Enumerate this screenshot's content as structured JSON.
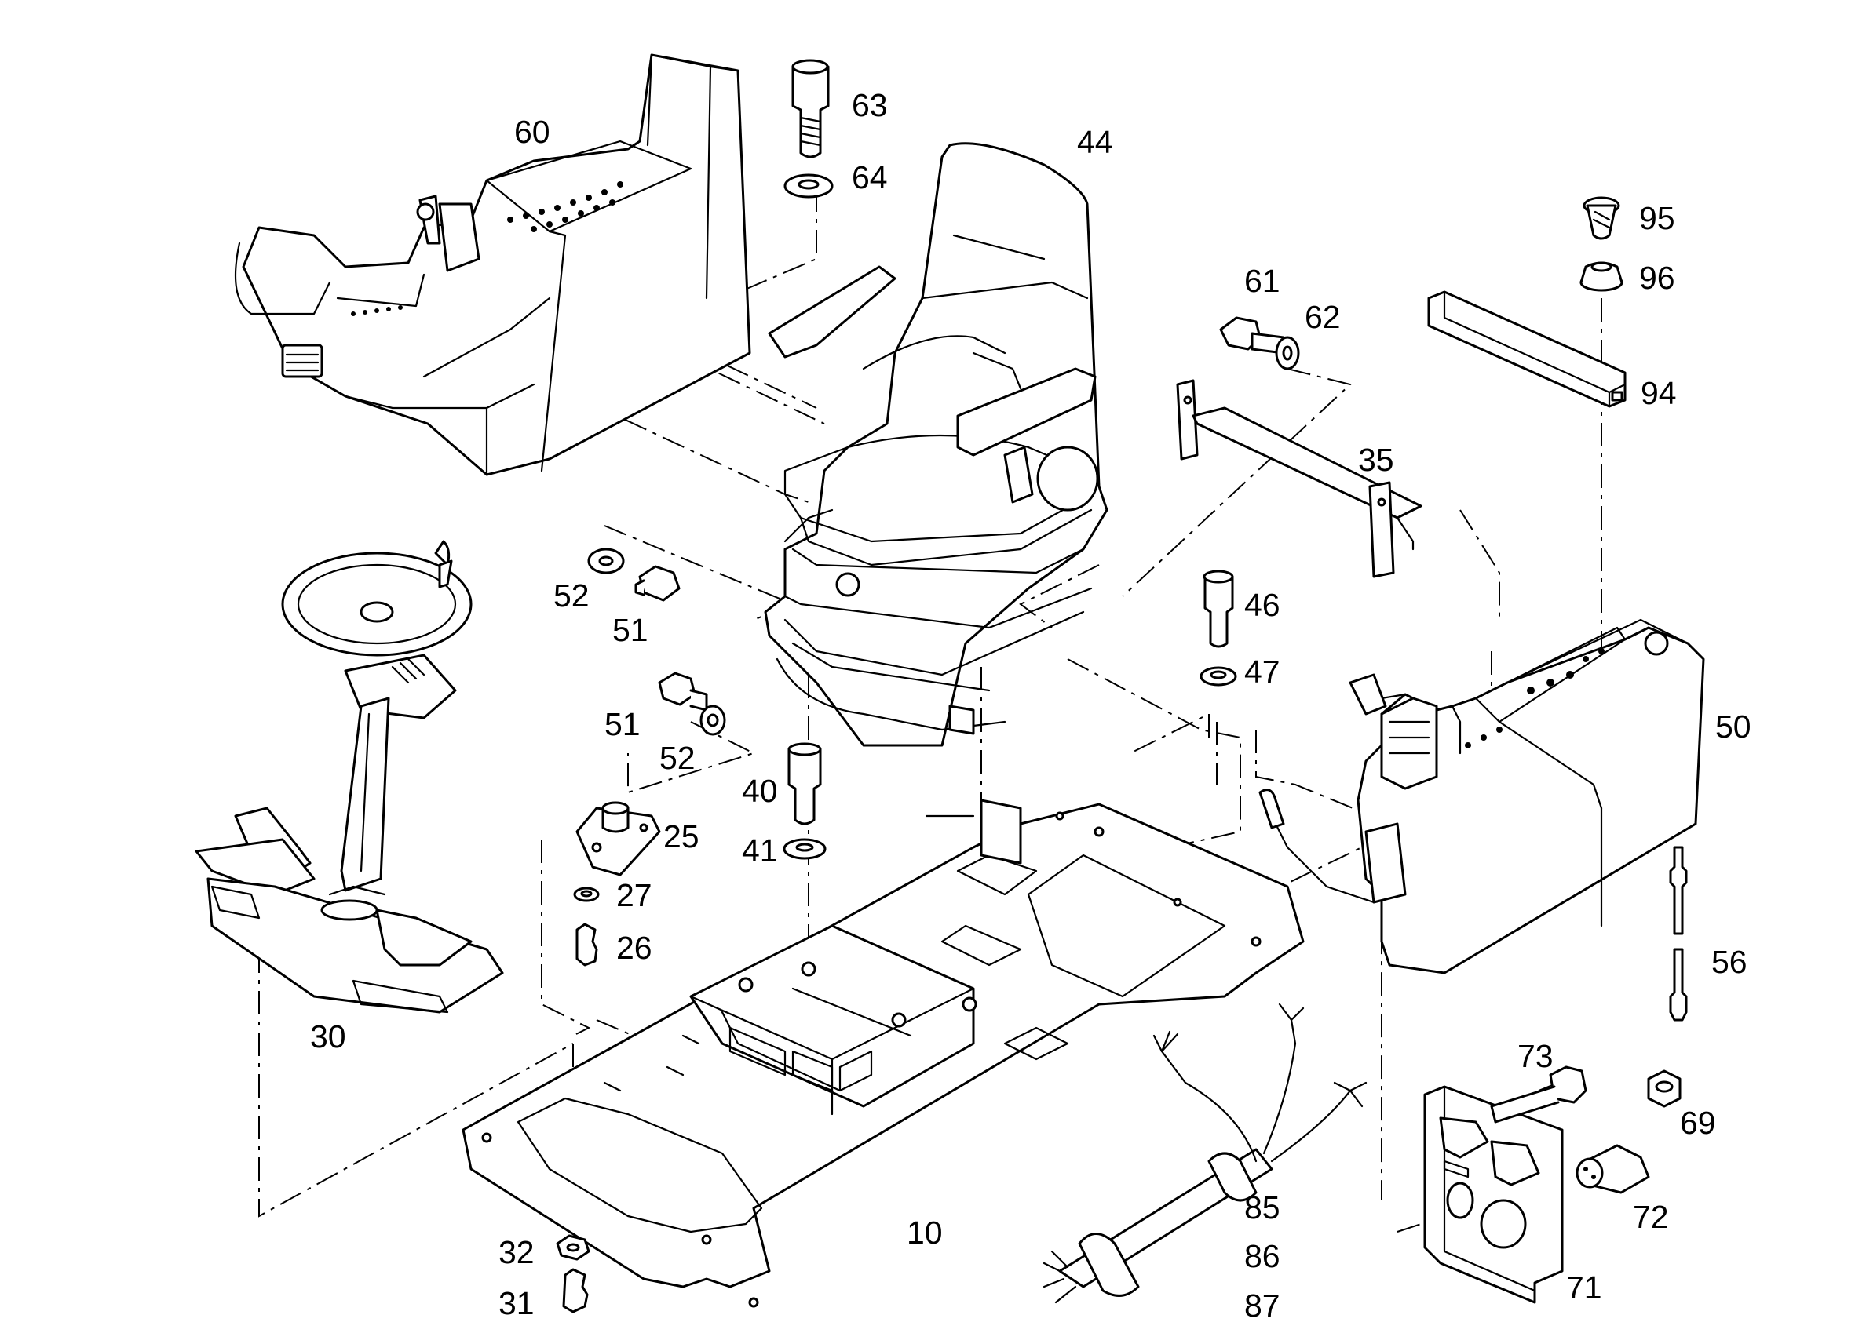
{
  "callouts": [
    {
      "id": "60",
      "text": "60"
    },
    {
      "id": "63",
      "text": "63"
    },
    {
      "id": "64",
      "text": "64"
    },
    {
      "id": "44",
      "text": "44"
    },
    {
      "id": "95",
      "text": "95"
    },
    {
      "id": "96",
      "text": "96"
    },
    {
      "id": "61",
      "text": "61"
    },
    {
      "id": "62",
      "text": "62"
    },
    {
      "id": "94",
      "text": "94"
    },
    {
      "id": "35",
      "text": "35"
    },
    {
      "id": "52a",
      "text": "52"
    },
    {
      "id": "51a",
      "text": "51"
    },
    {
      "id": "46",
      "text": "46"
    },
    {
      "id": "47",
      "text": "47"
    },
    {
      "id": "51b",
      "text": "51"
    },
    {
      "id": "52b",
      "text": "52"
    },
    {
      "id": "50",
      "text": "50"
    },
    {
      "id": "40",
      "text": "40"
    },
    {
      "id": "25",
      "text": "25"
    },
    {
      "id": "41",
      "text": "41"
    },
    {
      "id": "27",
      "text": "27"
    },
    {
      "id": "26",
      "text": "26"
    },
    {
      "id": "56",
      "text": "56"
    },
    {
      "id": "30",
      "text": "30"
    },
    {
      "id": "73",
      "text": "73"
    },
    {
      "id": "69",
      "text": "69"
    },
    {
      "id": "85",
      "text": "85"
    },
    {
      "id": "72",
      "text": "72"
    },
    {
      "id": "10",
      "text": "10"
    },
    {
      "id": "86",
      "text": "86"
    },
    {
      "id": "32",
      "text": "32"
    },
    {
      "id": "71",
      "text": "71"
    },
    {
      "id": "31",
      "text": "31"
    },
    {
      "id": "87",
      "text": "87"
    }
  ]
}
